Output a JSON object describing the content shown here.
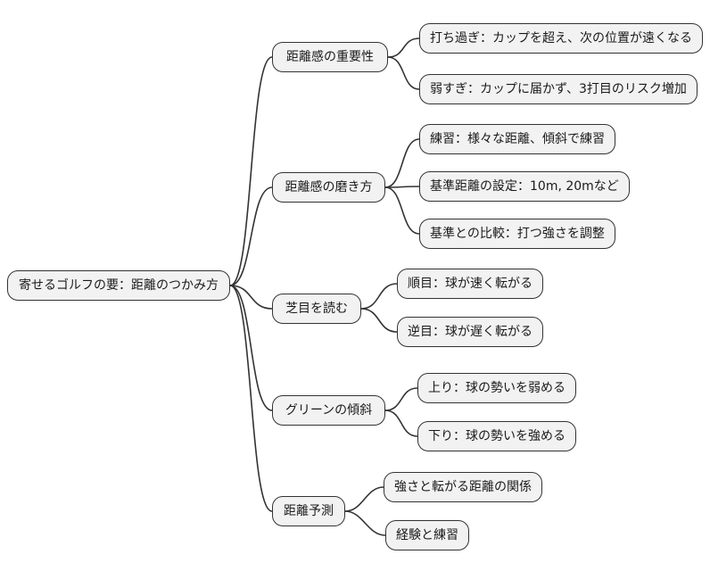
{
  "diagram": {
    "type": "mindmap",
    "title": "寄せるゴルフの要：距離のつかみ方",
    "colors": {
      "node_fill": "#f2f2f2",
      "node_border": "#333333",
      "connector": "#333333",
      "background": "#ffffff"
    },
    "root": {
      "label": "寄せるゴルフの要：距離のつかみ方"
    },
    "branches": [
      {
        "label": "距離感の重要性",
        "children": [
          {
            "label": "打ち過ぎ：カップを超え、次の位置が遠くなる"
          },
          {
            "label": "弱すぎ：カップに届かず、3打目のリスク増加"
          }
        ]
      },
      {
        "label": "距離感の磨き方",
        "children": [
          {
            "label": "練習：様々な距離、傾斜で練習"
          },
          {
            "label": "基準距離の設定：10m, 20mなど"
          },
          {
            "label": "基準との比較：打つ強さを調整"
          }
        ]
      },
      {
        "label": "芝目を読む",
        "children": [
          {
            "label": "順目：球が速く転がる"
          },
          {
            "label": "逆目：球が遅く転がる"
          }
        ]
      },
      {
        "label": "グリーンの傾斜",
        "children": [
          {
            "label": "上り：球の勢いを弱める"
          },
          {
            "label": "下り：球の勢いを強める"
          }
        ]
      },
      {
        "label": "距離予測",
        "children": [
          {
            "label": "強さと転がる距離の関係"
          },
          {
            "label": "経験と練習"
          }
        ]
      }
    ]
  }
}
